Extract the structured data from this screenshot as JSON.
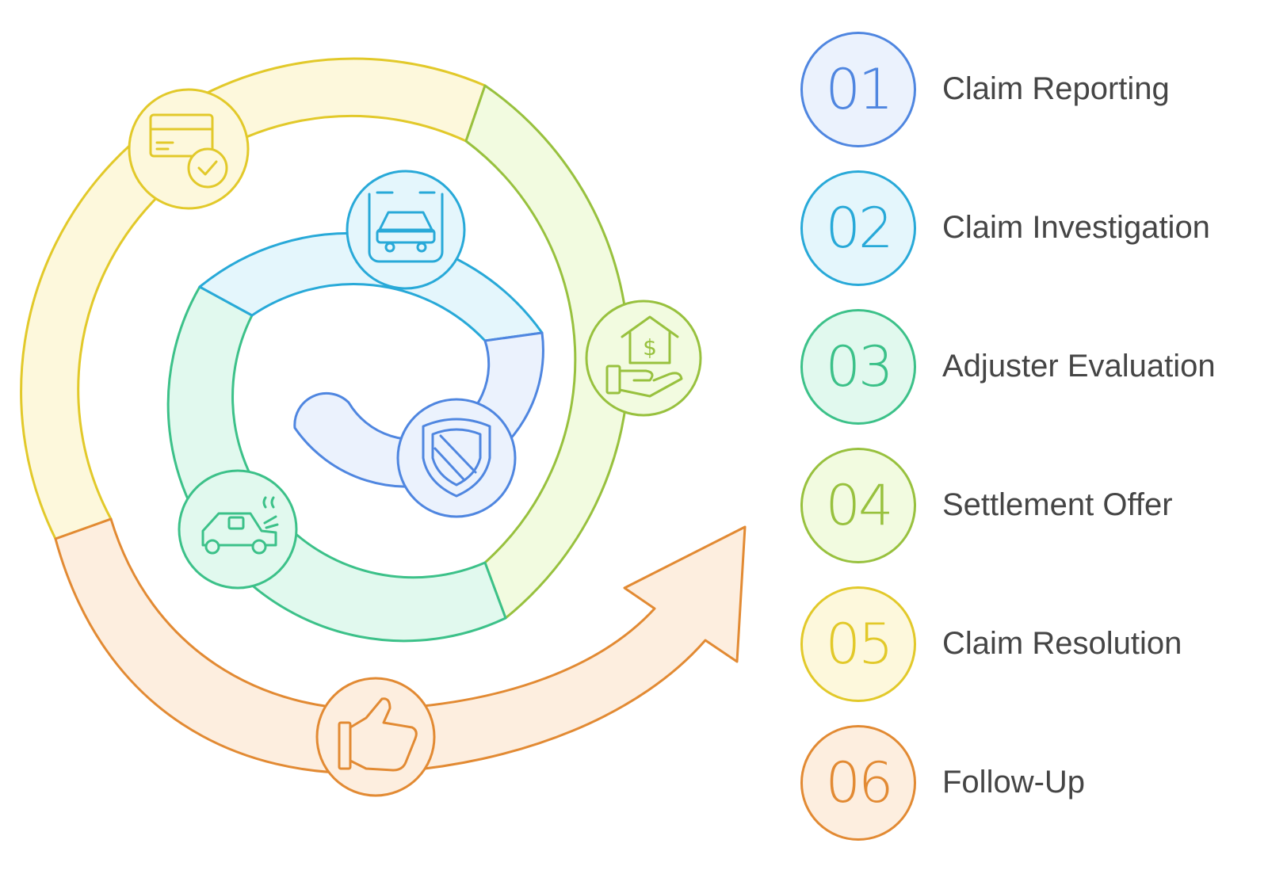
{
  "steps": [
    {
      "number": "01",
      "label": "Claim Reporting",
      "stroke": "#4f86e0",
      "fill": "#ebf2fd",
      "icon": "shield-stripe-icon"
    },
    {
      "number": "02",
      "label": "Claim Investigation",
      "stroke": "#28a9d8",
      "fill": "#e4f6fc",
      "icon": "car-inspection-icon"
    },
    {
      "number": "03",
      "label": "Adjuster Evaluation",
      "stroke": "#3cc189",
      "fill": "#e1f9ee",
      "icon": "car-smoke-icon"
    },
    {
      "number": "04",
      "label": "Settlement Offer",
      "stroke": "#98c13e",
      "fill": "#f2fbe0",
      "icon": "house-money-hand-icon"
    },
    {
      "number": "05",
      "label": "Claim Resolution",
      "stroke": "#e2c92a",
      "fill": "#fdf8dc",
      "icon": "card-check-icon"
    },
    {
      "number": "06",
      "label": "Follow-Up",
      "stroke": "#e28a33",
      "fill": "#fdeedf",
      "icon": "thumbs-up-icon"
    }
  ]
}
